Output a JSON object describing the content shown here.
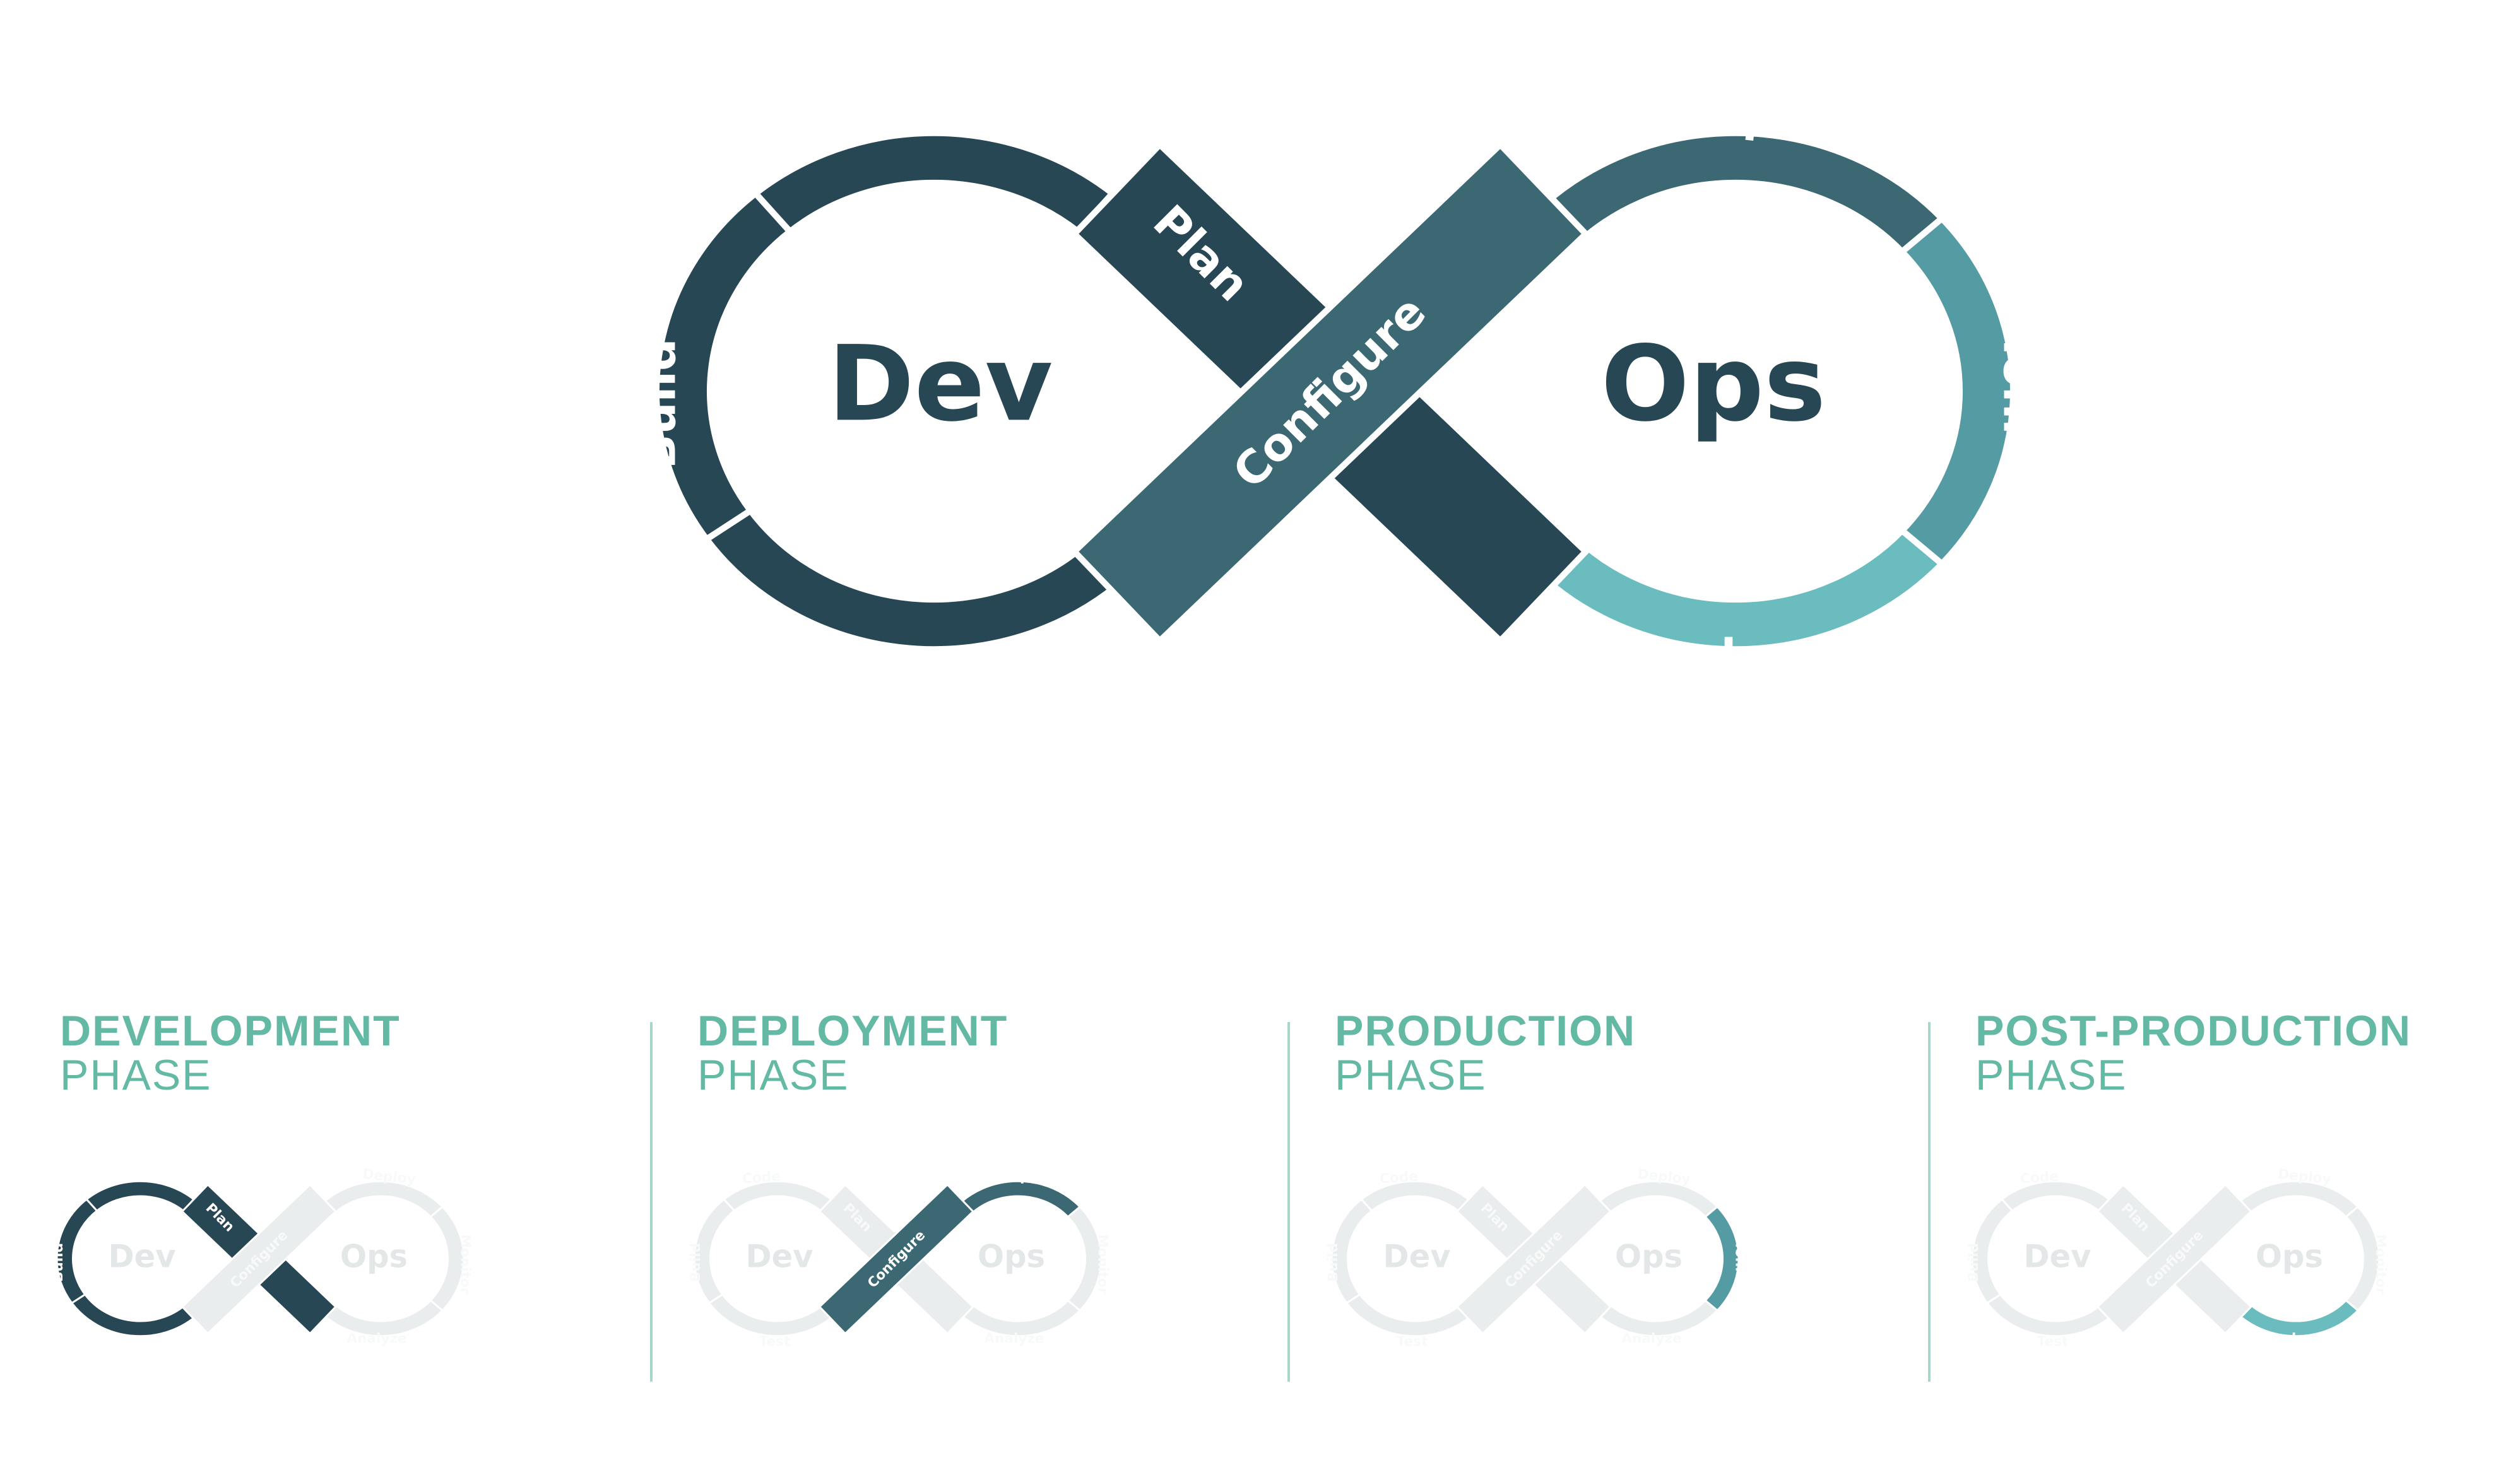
{
  "colors": {
    "dark": "#284754",
    "mid": "#3b6872",
    "monitor": "#559ba3",
    "light": "#6abcbe",
    "faded": "#eaedee",
    "faded_text": "#f8fafa",
    "center_faded": "#e3e7e8",
    "phase_text": "#63b9a4",
    "divider": "#a7d6ca"
  },
  "main": {
    "dev_label": "Dev",
    "ops_label": "Ops",
    "segments": [
      {
        "key": "code",
        "label": "Code",
        "color": "dark"
      },
      {
        "key": "plan",
        "label": "Plan",
        "color": "dark"
      },
      {
        "key": "build",
        "label": "Build",
        "color": "dark"
      },
      {
        "key": "test",
        "label": "Test",
        "color": "dark"
      },
      {
        "key": "configure",
        "label": "Configure",
        "color": "mid"
      },
      {
        "key": "deploy",
        "label": "Deploy",
        "color": "mid"
      },
      {
        "key": "monitor",
        "label": "Monitor",
        "color": "monitor"
      },
      {
        "key": "analyze",
        "label": "Analyze",
        "color": "light"
      }
    ]
  },
  "phases": [
    {
      "title": "DEVELOPMENT",
      "subtitle": "PHASE",
      "highlight": [
        "code",
        "plan",
        "build",
        "test"
      ]
    },
    {
      "title": "DEPLOYMENT",
      "subtitle": "PHASE",
      "highlight": [
        "configure",
        "deploy"
      ]
    },
    {
      "title": "PRODUCTION",
      "subtitle": "PHASE",
      "highlight": [
        "monitor"
      ]
    },
    {
      "title": "POST-PRODUCTION",
      "subtitle": "PHASE",
      "highlight": [
        "analyze"
      ]
    }
  ]
}
